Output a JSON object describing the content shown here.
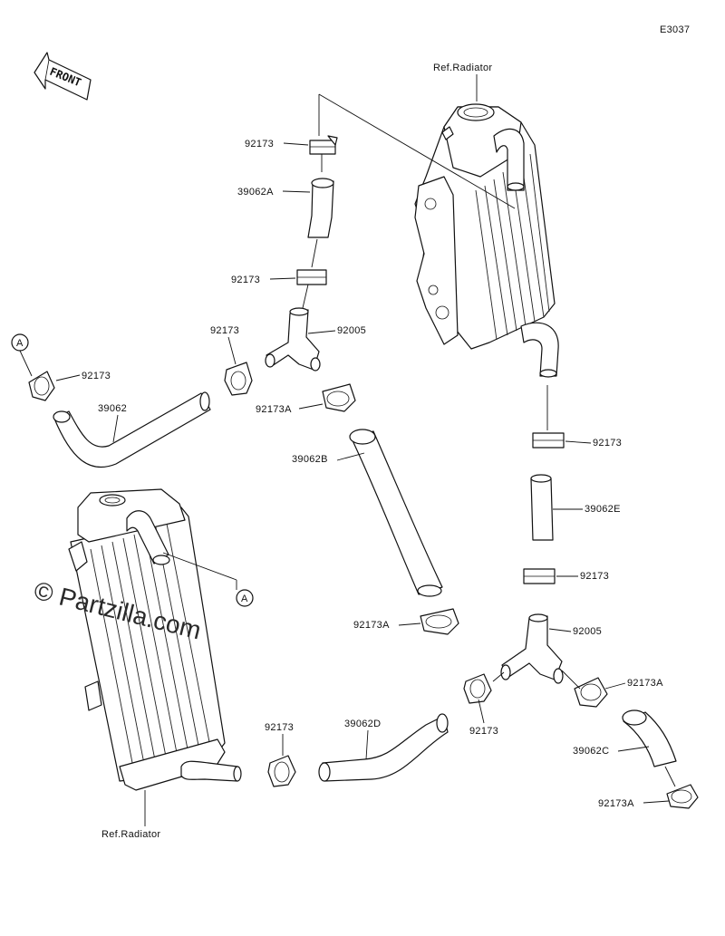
{
  "diagram_code": "E3037",
  "watermark": "© Partzilla.com",
  "front_label": "FRONT",
  "callout_letter": "A",
  "labels": [
    {
      "id": "l1",
      "text": "Ref.Radiator"
    },
    {
      "id": "l2",
      "text": "92173"
    },
    {
      "id": "l3",
      "text": "39062A"
    },
    {
      "id": "l4",
      "text": "92173"
    },
    {
      "id": "l5",
      "text": "92173"
    },
    {
      "id": "l6",
      "text": "92005"
    },
    {
      "id": "l7",
      "text": "92173"
    },
    {
      "id": "l8",
      "text": "39062"
    },
    {
      "id": "l9",
      "text": "92173A"
    },
    {
      "id": "l10",
      "text": "39062B"
    },
    {
      "id": "l11",
      "text": "92173"
    },
    {
      "id": "l12",
      "text": "39062E"
    },
    {
      "id": "l13",
      "text": "92173"
    },
    {
      "id": "l14",
      "text": "92173A"
    },
    {
      "id": "l15",
      "text": "92005"
    },
    {
      "id": "l16",
      "text": "92173A"
    },
    {
      "id": "l17",
      "text": "92173"
    },
    {
      "id": "l18",
      "text": "39062D"
    },
    {
      "id": "l19",
      "text": "92173"
    },
    {
      "id": "l20",
      "text": "39062C"
    },
    {
      "id": "l21",
      "text": "92173A"
    },
    {
      "id": "l22",
      "text": "Ref.Radiator"
    }
  ]
}
